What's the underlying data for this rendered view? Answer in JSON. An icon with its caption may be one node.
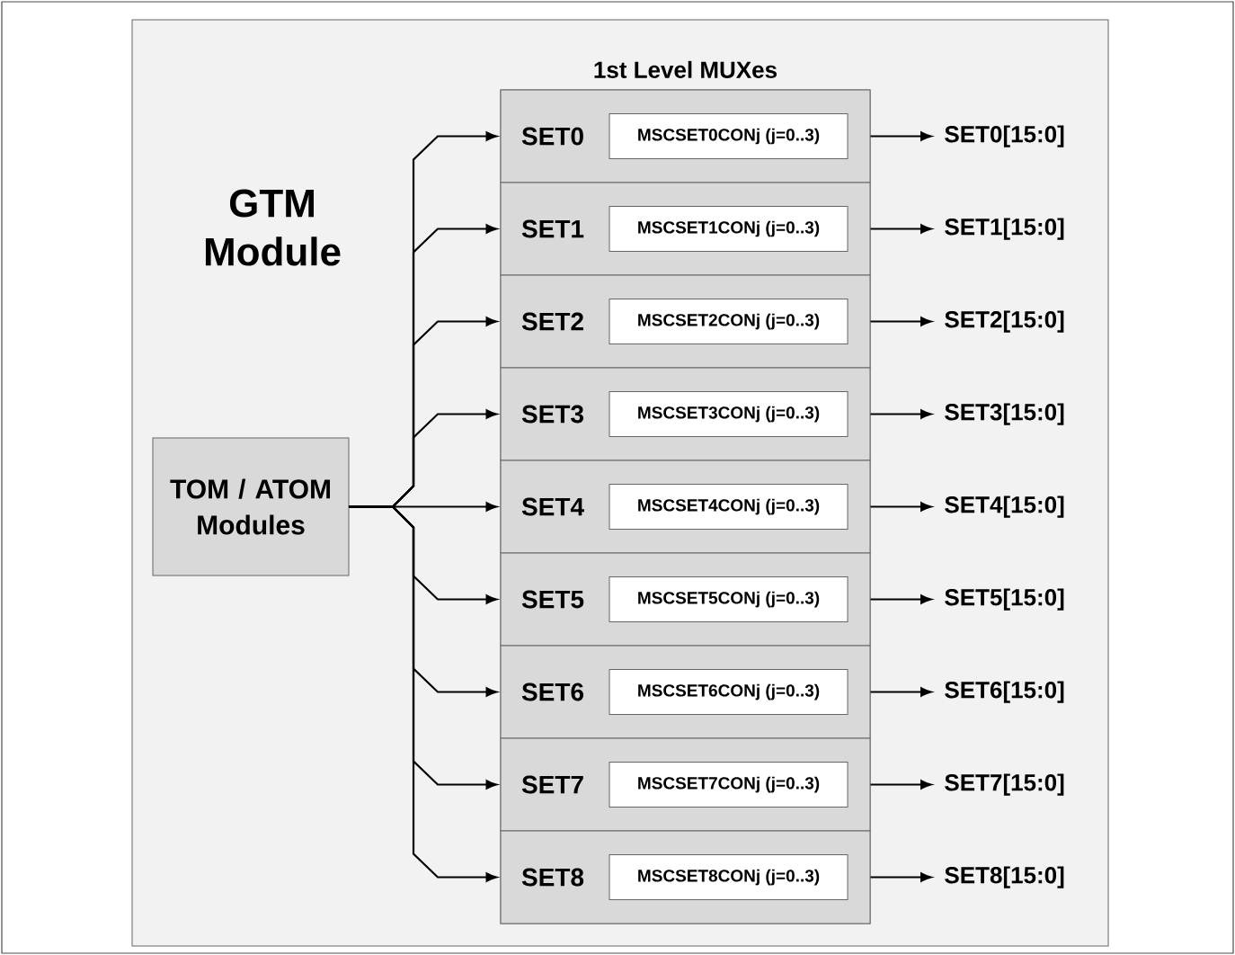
{
  "diagram": {
    "nodes": [
      {
        "text": [
          "GTM Module"
        ]
      },
      {
        "text": [
          "TOM / ATOM Modules"
        ],
        "in": 0
      },
      {
        "text": [
          "1st Level MUXes"
        ],
        "in": 0
      },
      {
        "text": [
          "SET0"
        ],
        "in": 2
      },
      {
        "text": [
          "SET1"
        ],
        "in": 2
      },
      {
        "text": [
          "SET2"
        ],
        "in": 2
      },
      {
        "text": [
          "SET3"
        ],
        "in": 2
      },
      {
        "text": [
          "SET4"
        ],
        "in": 2
      },
      {
        "text": [
          "SET5"
        ],
        "in": 2
      },
      {
        "text": [
          "SET6"
        ],
        "in": 2
      },
      {
        "text": [
          "SET7"
        ],
        "in": 2
      },
      {
        "text": [
          "SET8"
        ],
        "in": 2
      },
      {
        "text": [
          "MSCSET0CONj (j=0..3)"
        ],
        "in": 3
      },
      {
        "text": [
          "MSCSET1CONj (j=0..3)"
        ],
        "in": 4
      },
      {
        "text": [
          "MSCSET2CONj (j=0..3)"
        ],
        "in": 5
      },
      {
        "text": [
          "MSCSET3CONj (j=0..3)"
        ],
        "in": 6
      },
      {
        "text": [
          "MSCSET4CONj (j=0..3)"
        ],
        "in": 7
      },
      {
        "text": [
          "MSCSET5CONj (j=0..3)"
        ],
        "in": 8
      },
      {
        "text": [
          "MSCSET6CONj (j=0..3)"
        ],
        "in": 9
      },
      {
        "text": [
          "MSCSET7CONj (j=0..3)"
        ],
        "in": 10
      },
      {
        "text": [
          "MSCSET8CONj (j=0..3)"
        ],
        "in": 11
      },
      {
        "text": [
          "SET0[15:0]"
        ],
        "in": 0
      },
      {
        "text": [
          "SET1[15:0]"
        ],
        "in": 0
      },
      {
        "text": [
          "SET2[15:0]"
        ],
        "in": 0
      },
      {
        "text": [
          "SET3[15:0]"
        ],
        "in": 0
      },
      {
        "text": [
          "SET4[15:0]"
        ],
        "in": 0
      },
      {
        "text": [
          "SET5[15:0]"
        ],
        "in": 0
      },
      {
        "text": [
          "SET6[15:0]"
        ],
        "in": 0
      },
      {
        "text": [
          "SET7[15:0]"
        ],
        "in": 0
      },
      {
        "text": [
          "SET8[15:0]"
        ],
        "in": 0
      }
    ],
    "edges": [
      {
        "from": 1,
        "to": 3,
        "arrow": "to"
      },
      {
        "from": 1,
        "to": 4,
        "arrow": "to"
      },
      {
        "from": 1,
        "to": 5,
        "arrow": "to"
      },
      {
        "from": 1,
        "to": 6,
        "arrow": "to"
      },
      {
        "from": 1,
        "to": 7,
        "arrow": "to"
      },
      {
        "from": 1,
        "to": 8,
        "arrow": "to"
      },
      {
        "from": 1,
        "to": 9,
        "arrow": "to"
      },
      {
        "from": 1,
        "to": 10,
        "arrow": "to"
      },
      {
        "from": 1,
        "to": 11,
        "arrow": "to"
      },
      {
        "from": 3,
        "to": 21,
        "arrow": "to"
      },
      {
        "from": 4,
        "to": 22,
        "arrow": "to"
      },
      {
        "from": 5,
        "to": 23,
        "arrow": "to"
      },
      {
        "from": 6,
        "to": 24,
        "arrow": "to"
      },
      {
        "from": 7,
        "to": 25,
        "arrow": "to"
      },
      {
        "from": 8,
        "to": 26,
        "arrow": "to"
      },
      {
        "from": 9,
        "to": 27,
        "arrow": "to"
      },
      {
        "from": 10,
        "to": 28,
        "arrow": "to"
      },
      {
        "from": 11,
        "to": 29,
        "arrow": "to"
      }
    ]
  }
}
